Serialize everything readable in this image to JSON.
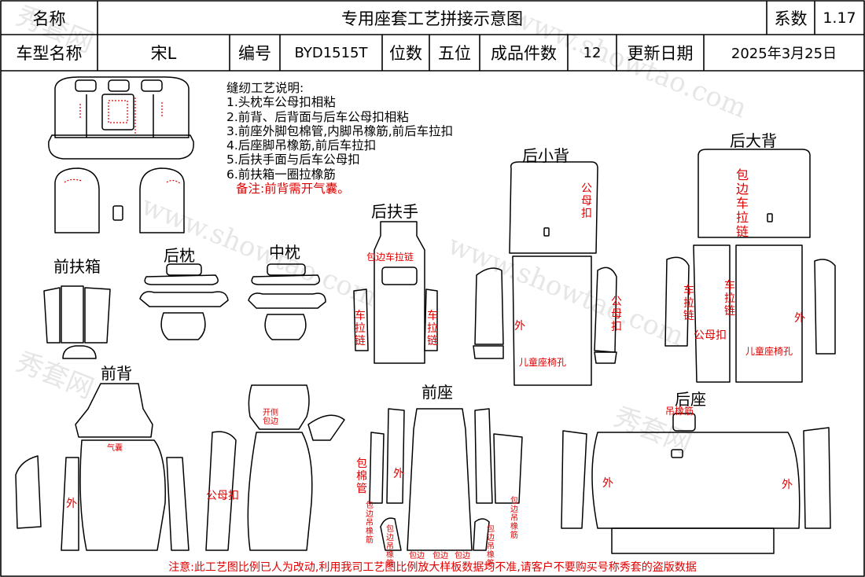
{
  "header": {
    "name_label": "名称",
    "title": "专用座套工艺拼接示意图",
    "coef_label": "系数",
    "coef_value": "1.17",
    "model_label": "车型名称",
    "model_value": "宋L",
    "code_label": "编号",
    "code_value": "BYD1515T",
    "seat_label": "位数",
    "seat_value": "五位",
    "pieces_label": "成品件数",
    "pieces_value": "12",
    "date_label": "更新日期",
    "date_value": "2025年3月25日"
  },
  "notes": {
    "heading": "缝纫工艺说明:",
    "lines": [
      "1.头枕车公母扣相粘",
      "2.前背、后背面与后车公母扣相粘",
      "3.前座外脚包棉管,内脚吊橡筋,前后车拉扣",
      "4.后座脚吊橡筋,前后车拉扣",
      "5.后扶手面与后车公母扣",
      "6.前扶箱一圈拉橡筋"
    ],
    "remark": "备注:前背需开气囊。"
  },
  "sections": {
    "rear_small_back": "后小背",
    "rear_big_back": "后大背",
    "rear_armrest": "后扶手",
    "front_armbox": "前扶箱",
    "rear_headrest": "后枕",
    "mid_headrest": "中枕",
    "front_back": "前背",
    "front_seat": "前座",
    "rear_seat": "后座"
  },
  "annotations": {
    "snap": "公母扣",
    "snap_front_back": "公母扣",
    "snap_big_back": "公母扣",
    "outer": "外",
    "child_seat_hole": "儿童座椅孔",
    "zipper": "车拉链",
    "edge_zipper": "包边车拉链",
    "edge_zip_vertical": "包边车拉链",
    "cotton_pipe": "包棉管",
    "elastic": "吊橡筋",
    "edge_elastic": "包边吊橡筋",
    "edge": "包边",
    "open_edge": "开侧包边",
    "airbag": "气囊"
  },
  "footer": "注意:此工艺图比例已人为改动,利用我司工艺图比例放大样板数据均不准,请客户不要购买号称秀套的盗版数据",
  "watermark": {
    "cn": "秀套网",
    "url": "www.showtao.com"
  },
  "colors": {
    "annotation": "#e00000",
    "line": "#000000",
    "watermark": "#e6e6e6"
  }
}
